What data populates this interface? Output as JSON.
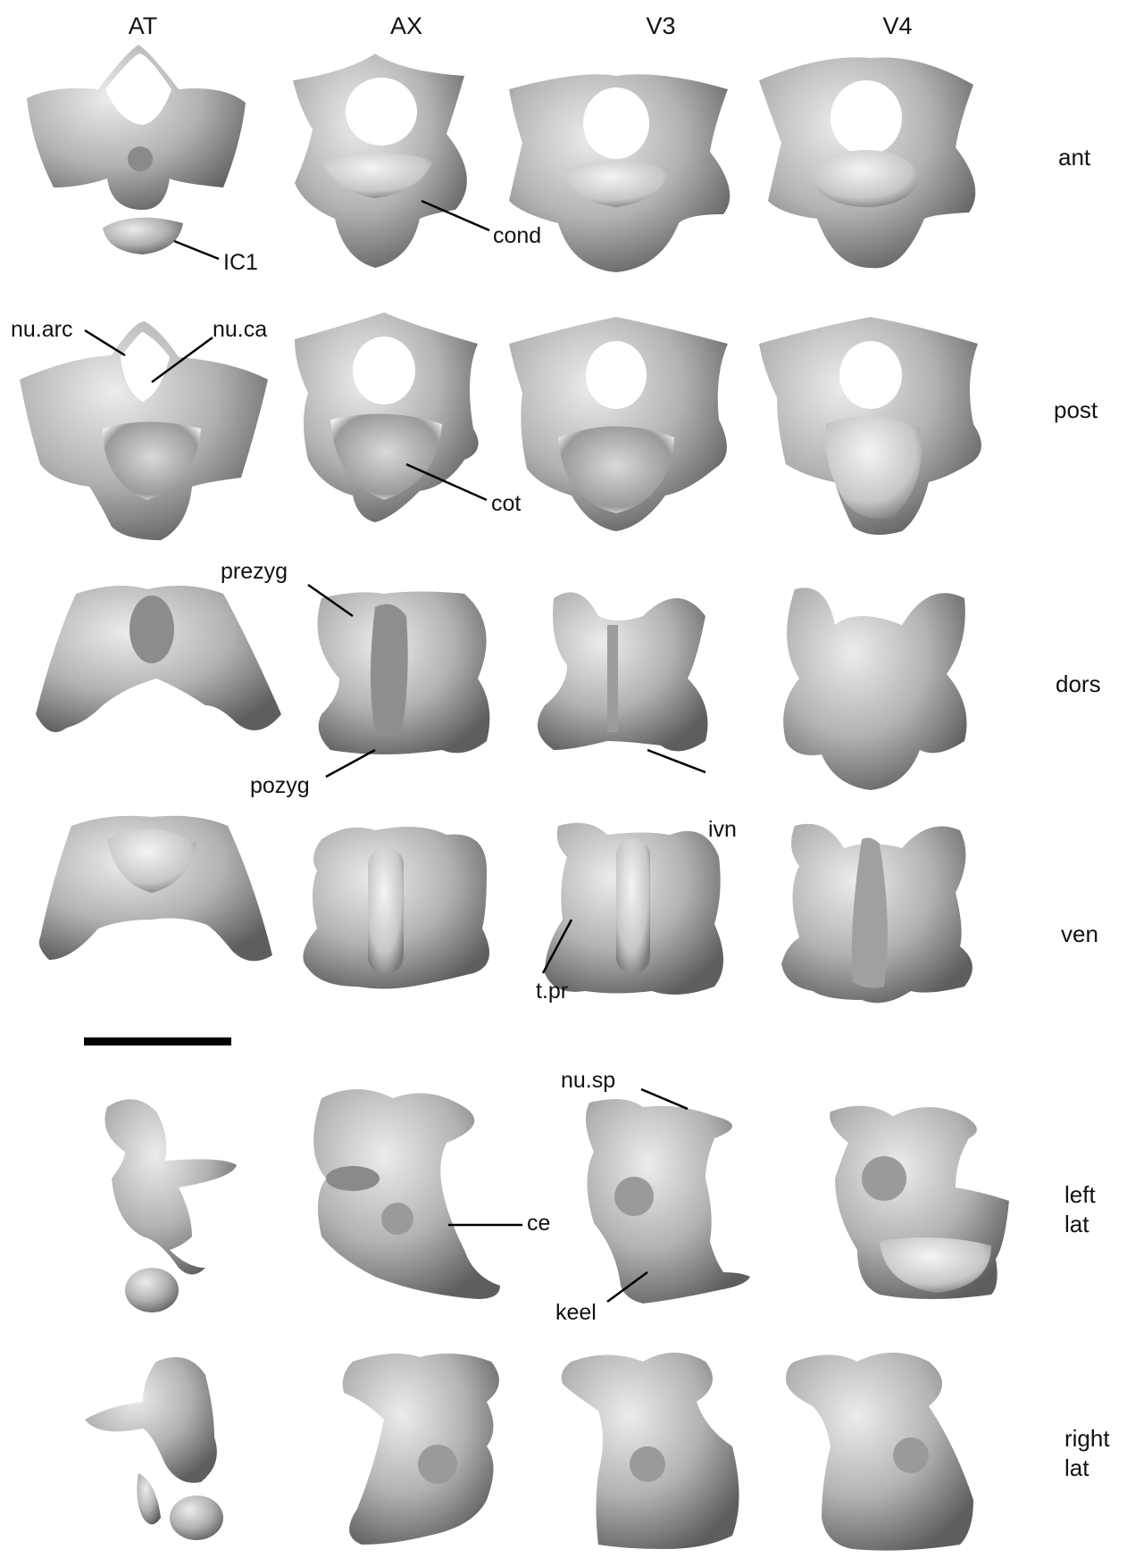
{
  "columns": [
    "AT",
    "AX",
    "V3",
    "V4"
  ],
  "views": [
    {
      "label": "ant"
    },
    {
      "label": "post"
    },
    {
      "label": "dors"
    },
    {
      "label": "ven"
    },
    {
      "label": "left\nlat"
    },
    {
      "label": "right\nlat"
    }
  ],
  "annotations": {
    "ic1": "IC1",
    "cond": "cond",
    "nu_arc": "nu.arc",
    "nu_ca": "nu.ca",
    "cot": "cot",
    "prezyg": "prezyg",
    "pozyg": "pozyg",
    "ivn": "ivn",
    "t_pr": "t.pr",
    "nu_sp": "nu.sp",
    "ce": "ce",
    "keel": "keel"
  },
  "colors": {
    "bone_light": "#e4e4e4",
    "bone_mid": "#a9a9a9",
    "bone_dark": "#5a5a5a",
    "scale_bar": "#000000"
  }
}
